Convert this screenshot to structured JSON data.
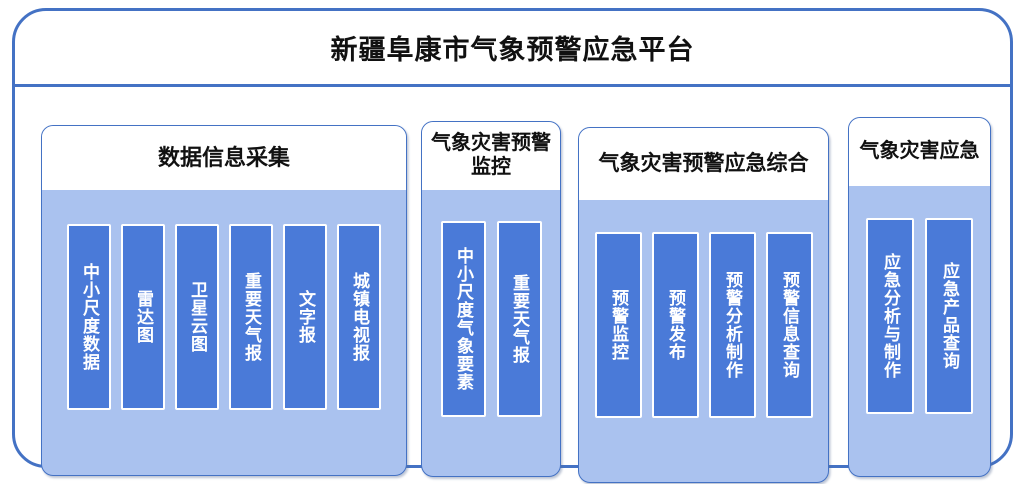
{
  "platform": {
    "title": "新疆阜康市气象预警应急平台"
  },
  "colors": {
    "frame_border": "#4472c4",
    "panel_fill": "#aac2ef",
    "panel_border": "#4472c4",
    "item_fill": "#4a7ad8",
    "item_border": "#ffffff",
    "item_text": "#ffffff",
    "header_fill": "#ffffff",
    "header_text": "#111111",
    "page_background": "#ffffff"
  },
  "panels": [
    {
      "id": "data-collection",
      "header": "数据信息采集",
      "items": [
        {
          "label": "中小尺度数据"
        },
        {
          "label": "雷达图"
        },
        {
          "label": "卫星云图"
        },
        {
          "label": "重要天气报"
        },
        {
          "label": "文字报"
        },
        {
          "label": "城镇电视报"
        }
      ]
    },
    {
      "id": "warning-monitoring",
      "header": "气象灾害预警监控",
      "items": [
        {
          "label": "中小尺度气象要素"
        },
        {
          "label": "重要天气报"
        }
      ]
    },
    {
      "id": "integrated-warning-emergency",
      "header": "气象灾害预警应急综合",
      "items": [
        {
          "label": "预警监控"
        },
        {
          "label": "预警发布"
        },
        {
          "label": "预警分析制作"
        },
        {
          "label": "预警信息查询"
        }
      ]
    },
    {
      "id": "disaster-emergency",
      "header": "气象灾害应急",
      "items": [
        {
          "label": "应急分析与制作"
        },
        {
          "label": "应急产品查询"
        }
      ]
    }
  ]
}
